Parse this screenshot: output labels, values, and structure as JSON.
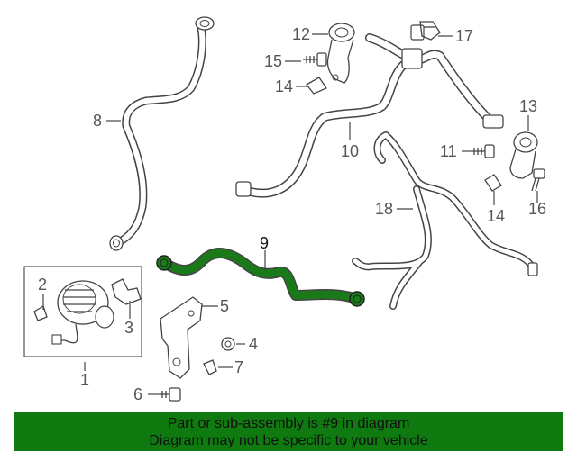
{
  "diagram": {
    "highlight_color": "#1a7a1a",
    "callouts": {
      "c1": "1",
      "c2": "2",
      "c3": "3",
      "c4": "4",
      "c5": "5",
      "c6": "6",
      "c7": "7",
      "c8": "8",
      "c9": "9",
      "c10": "10",
      "c11": "11",
      "c12": "12",
      "c13": "13",
      "c14a": "14",
      "c14b": "14",
      "c15": "15",
      "c16": "16",
      "c17": "17",
      "c18": "18"
    }
  },
  "banner": {
    "line1": "Part or sub-assembly is #9 in diagram",
    "line2": "Diagram may not be specific to your vehicle",
    "background": "#0f7a0f"
  }
}
